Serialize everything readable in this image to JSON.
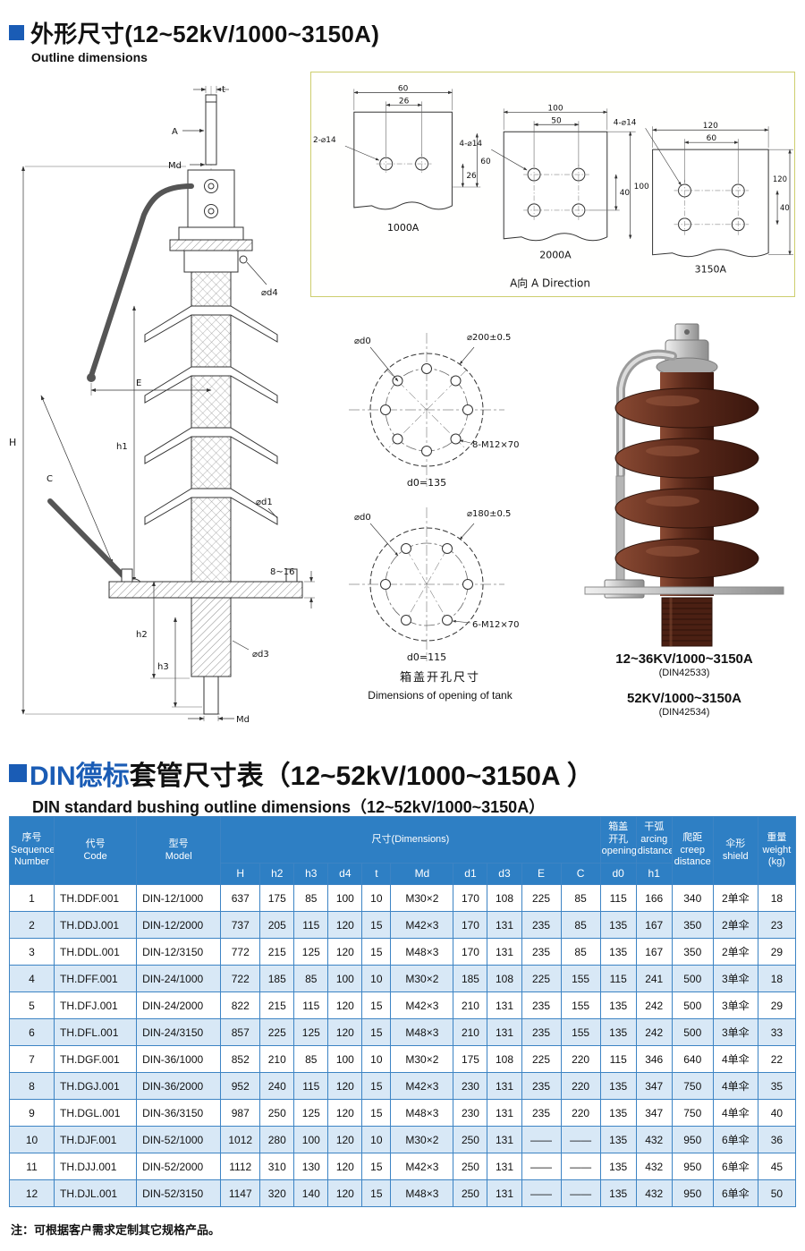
{
  "section1": {
    "title": "外形尺寸(12~52kV/1000~3150A)",
    "subtitle": "Outline dimensions"
  },
  "drawing": {
    "labels": {
      "t": "t",
      "A": "A",
      "md_top": "Md",
      "d4": "⌀d4",
      "E": "E",
      "C": "C",
      "H": "H",
      "h1": "h1",
      "d1": "⌀d1",
      "gap": "8~16",
      "d3": "⌀d3",
      "h2": "h2",
      "h3": "h3",
      "md_bottom": "Md"
    },
    "direction_box": {
      "caption": "A向 A Direction",
      "flanges": [
        {
          "name": "1000A",
          "holes": "2-⌀14",
          "top_outer": "60",
          "top_inner": "26",
          "right_inner": "26",
          "right_outer": "60"
        },
        {
          "name": "2000A",
          "holes": "4-⌀14",
          "top_outer": "100",
          "top_inner": "50",
          "right_inner": "40",
          "right_outer": "100"
        },
        {
          "name": "3150A",
          "holes": "4-⌀14",
          "top_outer": "120",
          "top_inner": "60",
          "right_inner": "40",
          "right_outer": "120"
        }
      ]
    },
    "bolt_circles": [
      {
        "d0": "⌀d0",
        "outer": "⌀200±0.5",
        "bolts": "8-M12×70",
        "value": "d0=135"
      },
      {
        "d0": "⌀d0",
        "outer": "⌀180±0.5",
        "bolts": "6-M12×70",
        "value": "d0=115"
      }
    ],
    "tank_caption_zh": "箱盖开孔尺寸",
    "tank_caption_en": "Dimensions of opening of tank",
    "product": {
      "label1": "12~36KV/1000~3150A",
      "sub1": "(DIN42533)",
      "label2": "52KV/1000~3150A",
      "sub2": "(DIN42534)"
    }
  },
  "section2": {
    "title_highlight": "DIN德标",
    "title_rest": "套管尺寸表（12~52kV/1000~3150A ）",
    "subtitle": "DIN standard bushing outline dimensions（12~52kV/1000~3150A）"
  },
  "table": {
    "header": {
      "seq": "序号\nSequence\nNumber",
      "code": "代号\nCode",
      "model": "型号\nModel",
      "dims": "尺寸(Dimensions)",
      "opening": "箱盖\n开孔\nopening",
      "arcing": "干弧\narcing\ndistance",
      "creep": "爬距\ncreep\ndistance",
      "shield": "伞形\nshield",
      "weight": "重量\nweight\n(kg)",
      "sub": [
        "H",
        "h2",
        "h3",
        "d4",
        "t",
        "Md",
        "d1",
        "d3",
        "E",
        "C",
        "d0",
        "h1"
      ]
    },
    "rows": [
      [
        "1",
        "TH.DDF.001",
        "DIN-12/1000",
        "637",
        "175",
        "85",
        "100",
        "10",
        "M30×2",
        "170",
        "108",
        "225",
        "85",
        "115",
        "166",
        "340",
        "2单伞",
        "18"
      ],
      [
        "2",
        "TH.DDJ.001",
        "DIN-12/2000",
        "737",
        "205",
        "115",
        "120",
        "15",
        "M42×3",
        "170",
        "131",
        "235",
        "85",
        "135",
        "167",
        "350",
        "2单伞",
        "23"
      ],
      [
        "3",
        "TH.DDL.001",
        "DIN-12/3150",
        "772",
        "215",
        "125",
        "120",
        "15",
        "M48×3",
        "170",
        "131",
        "235",
        "85",
        "135",
        "167",
        "350",
        "2单伞",
        "29"
      ],
      [
        "4",
        "TH.DFF.001",
        "DIN-24/1000",
        "722",
        "185",
        "85",
        "100",
        "10",
        "M30×2",
        "185",
        "108",
        "225",
        "155",
        "115",
        "241",
        "500",
        "3单伞",
        "18"
      ],
      [
        "5",
        "TH.DFJ.001",
        "DIN-24/2000",
        "822",
        "215",
        "115",
        "120",
        "15",
        "M42×3",
        "210",
        "131",
        "235",
        "155",
        "135",
        "242",
        "500",
        "3单伞",
        "29"
      ],
      [
        "6",
        "TH.DFL.001",
        "DIN-24/3150",
        "857",
        "225",
        "125",
        "120",
        "15",
        "M48×3",
        "210",
        "131",
        "235",
        "155",
        "135",
        "242",
        "500",
        "3单伞",
        "33"
      ],
      [
        "7",
        "TH.DGF.001",
        "DIN-36/1000",
        "852",
        "210",
        "85",
        "100",
        "10",
        "M30×2",
        "175",
        "108",
        "225",
        "220",
        "115",
        "346",
        "640",
        "4单伞",
        "22"
      ],
      [
        "8",
        "TH.DGJ.001",
        "DIN-36/2000",
        "952",
        "240",
        "115",
        "120",
        "15",
        "M42×3",
        "230",
        "131",
        "235",
        "220",
        "135",
        "347",
        "750",
        "4单伞",
        "35"
      ],
      [
        "9",
        "TH.DGL.001",
        "DIN-36/3150",
        "987",
        "250",
        "125",
        "120",
        "15",
        "M48×3",
        "230",
        "131",
        "235",
        "220",
        "135",
        "347",
        "750",
        "4单伞",
        "40"
      ],
      [
        "10",
        "TH.DJF.001",
        "DIN-52/1000",
        "1012",
        "280",
        "100",
        "120",
        "10",
        "M30×2",
        "250",
        "131",
        "——",
        "——",
        "135",
        "432",
        "950",
        "6单伞",
        "36"
      ],
      [
        "11",
        "TH.DJJ.001",
        "DIN-52/2000",
        "1112",
        "310",
        "130",
        "120",
        "15",
        "M42×3",
        "250",
        "131",
        "——",
        "——",
        "135",
        "432",
        "950",
        "6单伞",
        "45"
      ],
      [
        "12",
        "TH.DJL.001",
        "DIN-52/3150",
        "1147",
        "320",
        "140",
        "120",
        "15",
        "M48×3",
        "250",
        "131",
        "——",
        "——",
        "135",
        "432",
        "950",
        "6单伞",
        "50"
      ]
    ]
  },
  "note": "注：可根据客户需求定制其它规格产品。",
  "colors": {
    "accent_blue": "#1a5cb5",
    "table_header_blue": "#2e7fc4",
    "table_row_alt": "#d8e8f6",
    "table_border": "#3d84c4",
    "direction_box_border": "#cdce6e",
    "porcelain_brown": "#5d2b1c"
  }
}
